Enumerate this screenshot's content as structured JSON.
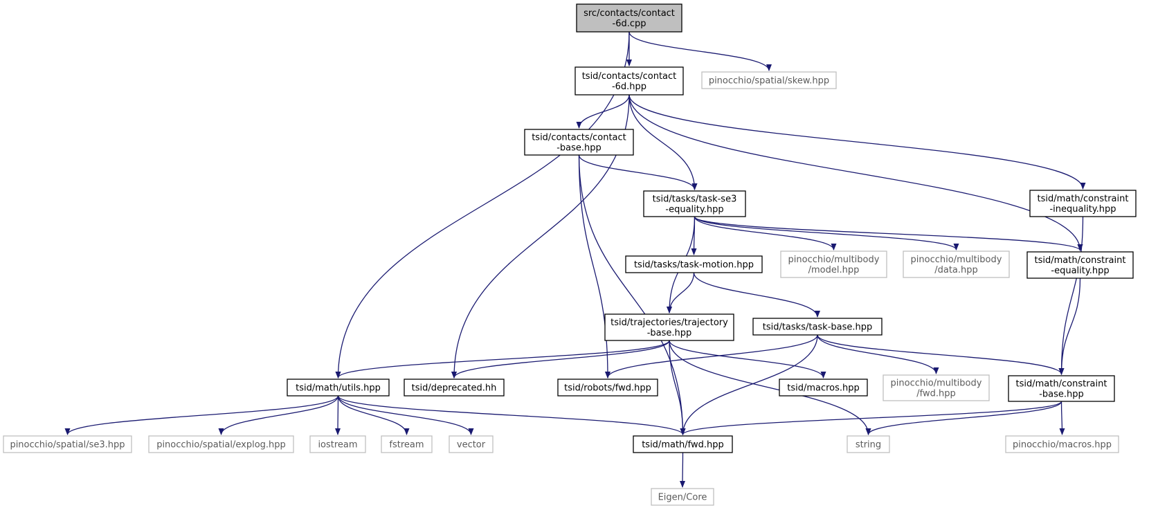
{
  "colors": {
    "edge": "#191970",
    "root_fill": "#bfbfbf",
    "doc_border": "#000000",
    "external_border": "#bfbfbf"
  },
  "nodes": [
    {
      "id": "contact6d_cpp",
      "kind": "root",
      "lines": [
        "src/contacts/contact",
        "-6d.cpp"
      ]
    },
    {
      "id": "contact6d_hpp",
      "kind": "doc",
      "lines": [
        "tsid/contacts/contact",
        "-6d.hpp"
      ]
    },
    {
      "id": "skew",
      "kind": "ext",
      "lines": [
        "pinocchio/spatial/skew.hpp"
      ]
    },
    {
      "id": "contact_base",
      "kind": "doc",
      "lines": [
        "tsid/contacts/contact",
        "-base.hpp"
      ]
    },
    {
      "id": "task_se3",
      "kind": "doc",
      "lines": [
        "tsid/tasks/task-se3",
        "-equality.hpp"
      ]
    },
    {
      "id": "cineq",
      "kind": "doc",
      "lines": [
        "tsid/math/constraint",
        "-inequality.hpp"
      ]
    },
    {
      "id": "task_motion",
      "kind": "doc",
      "lines": [
        "tsid/tasks/task-motion.hpp"
      ]
    },
    {
      "id": "mb_model",
      "kind": "ext",
      "lines": [
        "pinocchio/multibody",
        "/model.hpp"
      ]
    },
    {
      "id": "mb_data",
      "kind": "ext",
      "lines": [
        "pinocchio/multibody",
        "/data.hpp"
      ]
    },
    {
      "id": "ceq",
      "kind": "doc",
      "lines": [
        "tsid/math/constraint",
        "-equality.hpp"
      ]
    },
    {
      "id": "traj_base",
      "kind": "doc",
      "lines": [
        "tsid/trajectories/trajectory",
        "-base.hpp"
      ]
    },
    {
      "id": "task_base",
      "kind": "doc",
      "lines": [
        "tsid/tasks/task-base.hpp"
      ]
    },
    {
      "id": "utils",
      "kind": "doc",
      "lines": [
        "tsid/math/utils.hpp"
      ]
    },
    {
      "id": "deprecated",
      "kind": "doc",
      "lines": [
        "tsid/deprecated.hh"
      ]
    },
    {
      "id": "robots_fwd",
      "kind": "doc",
      "lines": [
        "tsid/robots/fwd.hpp"
      ]
    },
    {
      "id": "macros",
      "kind": "doc",
      "lines": [
        "tsid/macros.hpp"
      ]
    },
    {
      "id": "mb_fwd",
      "kind": "ext",
      "lines": [
        "pinocchio/multibody",
        "/fwd.hpp"
      ]
    },
    {
      "id": "cbase",
      "kind": "doc",
      "lines": [
        "tsid/math/constraint",
        "-base.hpp"
      ]
    },
    {
      "id": "se3",
      "kind": "ext",
      "lines": [
        "pinocchio/spatial/se3.hpp"
      ]
    },
    {
      "id": "explog",
      "kind": "ext",
      "lines": [
        "pinocchio/spatial/explog.hpp"
      ]
    },
    {
      "id": "iostream",
      "kind": "ext",
      "lines": [
        "iostream"
      ]
    },
    {
      "id": "fstream",
      "kind": "ext",
      "lines": [
        "fstream"
      ]
    },
    {
      "id": "vector",
      "kind": "ext",
      "lines": [
        "vector"
      ]
    },
    {
      "id": "math_fwd",
      "kind": "doc",
      "lines": [
        "tsid/math/fwd.hpp"
      ]
    },
    {
      "id": "string",
      "kind": "ext",
      "lines": [
        "string"
      ]
    },
    {
      "id": "pin_macros",
      "kind": "ext",
      "lines": [
        "pinocchio/macros.hpp"
      ]
    },
    {
      "id": "eigen",
      "kind": "ext",
      "lines": [
        "Eigen/Core"
      ]
    }
  ],
  "edges": [
    [
      "contact6d_cpp",
      "contact6d_hpp"
    ],
    [
      "contact6d_cpp",
      "skew"
    ],
    [
      "contact6d_cpp",
      "utils"
    ],
    [
      "contact6d_hpp",
      "contact_base"
    ],
    [
      "contact6d_hpp",
      "task_se3"
    ],
    [
      "contact6d_hpp",
      "cineq"
    ],
    [
      "contact6d_hpp",
      "ceq"
    ],
    [
      "contact6d_hpp",
      "deprecated"
    ],
    [
      "contact_base",
      "task_se3"
    ],
    [
      "contact_base",
      "robots_fwd"
    ],
    [
      "contact_base",
      "math_fwd"
    ],
    [
      "task_se3",
      "task_motion"
    ],
    [
      "task_se3",
      "traj_base"
    ],
    [
      "task_se3",
      "mb_model"
    ],
    [
      "task_se3",
      "mb_data"
    ],
    [
      "task_se3",
      "ceq"
    ],
    [
      "cineq",
      "cbase"
    ],
    [
      "ceq",
      "cbase"
    ],
    [
      "task_motion",
      "traj_base"
    ],
    [
      "task_motion",
      "task_base"
    ],
    [
      "traj_base",
      "utils"
    ],
    [
      "traj_base",
      "deprecated"
    ],
    [
      "traj_base",
      "macros"
    ],
    [
      "traj_base",
      "math_fwd"
    ],
    [
      "traj_base",
      "string"
    ],
    [
      "task_base",
      "robots_fwd"
    ],
    [
      "task_base",
      "mb_fwd"
    ],
    [
      "task_base",
      "cbase"
    ],
    [
      "task_base",
      "math_fwd"
    ],
    [
      "utils",
      "se3"
    ],
    [
      "utils",
      "explog"
    ],
    [
      "utils",
      "iostream"
    ],
    [
      "utils",
      "fstream"
    ],
    [
      "utils",
      "vector"
    ],
    [
      "utils",
      "math_fwd"
    ],
    [
      "cbase",
      "math_fwd"
    ],
    [
      "cbase",
      "string"
    ],
    [
      "cbase",
      "pin_macros"
    ],
    [
      "math_fwd",
      "eigen"
    ]
  ]
}
